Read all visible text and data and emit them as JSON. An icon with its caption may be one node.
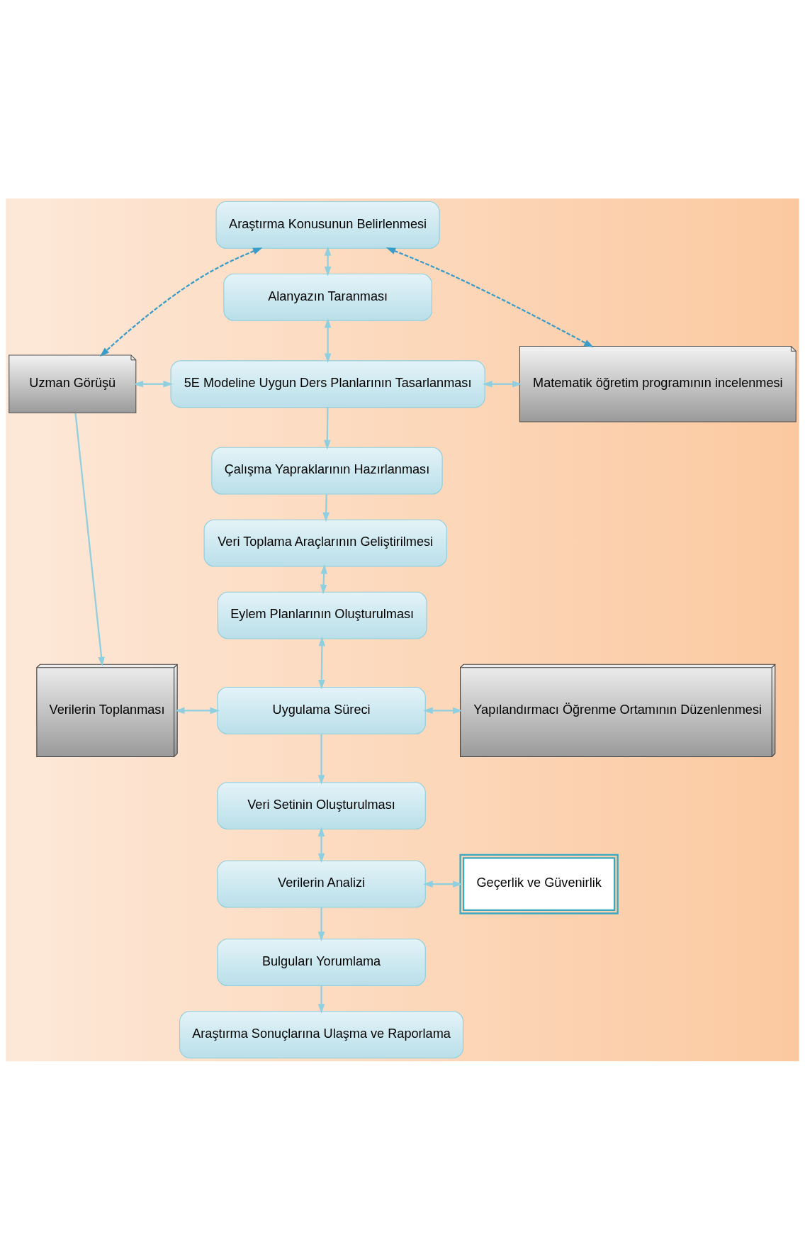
{
  "diagram": {
    "nodes": [
      {
        "text": [
          "Araştırma Konusunun Belirlenmesi"
        ]
      },
      {
        "text": [
          "Alanyazın Taranması"
        ]
      },
      {
        "text": [
          "Uzman Görüşü"
        ]
      },
      {
        "text": [
          "5E Modeline Uygun Ders Planlarının Tasarlanması"
        ]
      },
      {
        "text": [
          "Matematik öğretim programının incelenmesi"
        ]
      },
      {
        "text": [
          "Çalışma Yapraklarının Hazırlanması"
        ]
      },
      {
        "text": [
          "Veri Toplama Araçlarının Geliştirilmesi"
        ]
      },
      {
        "text": [
          "Eylem Planlarının Oluşturulması"
        ]
      },
      {
        "text": [
          "Verilerin Toplanması"
        ]
      },
      {
        "text": [
          "Uygulama Süreci"
        ]
      },
      {
        "text": [
          "Yapılandırmacı Öğrenme Ortamının Düzenlenmesi"
        ]
      },
      {
        "text": [
          "Veri Setinin Oluşturulması"
        ]
      },
      {
        "text": [
          "Verilerin Analizi"
        ]
      },
      {
        "text": [
          "Geçerlik ve Güvenirlik"
        ]
      },
      {
        "text": [
          "Bulguları Yorumlama"
        ]
      },
      {
        "text": [
          "Araştırma Sonuçlarına Ulaşma ve Raporlama"
        ]
      }
    ],
    "edges": [
      {
        "from": 0,
        "to": 2,
        "arrow": "both",
        "style": "dashed",
        "color": "#3a9cc8"
      },
      {
        "from": 0,
        "to": 4,
        "arrow": "both",
        "style": "dashed",
        "color": "#3a9cc8"
      },
      {
        "from": 0,
        "to": 1,
        "arrow": "both"
      },
      {
        "from": 1,
        "to": 3,
        "arrow": "both"
      },
      {
        "from": 2,
        "to": 3,
        "arrow": "both"
      },
      {
        "from": 3,
        "to": 4,
        "arrow": "both"
      },
      {
        "from": 3,
        "to": 5,
        "arrow": "to"
      },
      {
        "from": 5,
        "to": 6,
        "arrow": "to"
      },
      {
        "from": 6,
        "to": 7,
        "arrow": "both"
      },
      {
        "from": 2,
        "to": 8,
        "arrow": "to"
      },
      {
        "from": 7,
        "to": 9,
        "arrow": "both"
      },
      {
        "from": 8,
        "to": 9,
        "arrow": "both"
      },
      {
        "from": 9,
        "to": 10,
        "arrow": "both"
      },
      {
        "from": 9,
        "to": 11,
        "arrow": "to"
      },
      {
        "from": 11,
        "to": 12,
        "arrow": "both"
      },
      {
        "from": 12,
        "to": 13,
        "arrow": "both"
      },
      {
        "from": 12,
        "to": 14,
        "arrow": "to"
      },
      {
        "from": 14,
        "to": 15,
        "arrow": "to"
      }
    ]
  }
}
